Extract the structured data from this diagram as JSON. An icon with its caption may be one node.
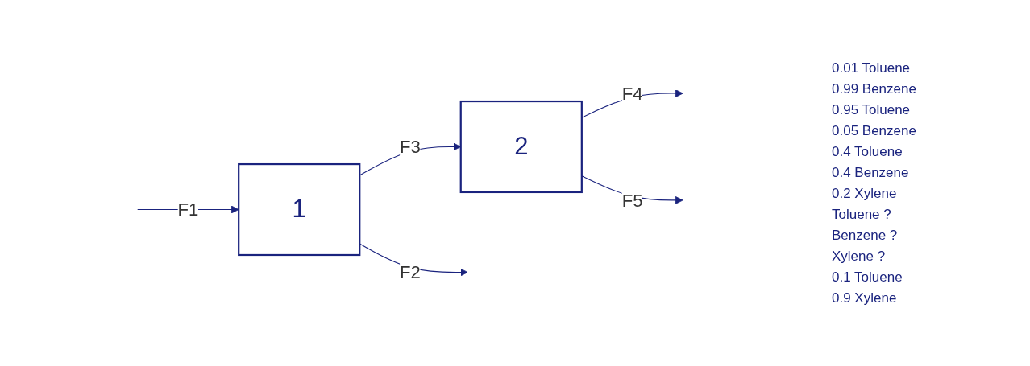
{
  "diagram": {
    "nodes": [
      {
        "text": [
          "1"
        ]
      },
      {
        "text": [
          "2"
        ]
      }
    ],
    "edges": [
      {
        "from": null,
        "to": 0,
        "arrow": "to",
        "label": "F1"
      },
      {
        "from": 0,
        "to": null,
        "arrow": "to",
        "label": "F2"
      },
      {
        "from": 0,
        "to": 1,
        "arrow": "to",
        "label": "F3"
      },
      {
        "from": 1,
        "to": null,
        "arrow": "to",
        "label": "F4"
      },
      {
        "from": 1,
        "to": null,
        "arrow": "to",
        "label": "F5"
      }
    ],
    "labels": [
      "0.01 Toluene",
      "0.99 Benzene",
      "0.95 Toluene",
      "0.05 Benzene",
      "0.4 Toluene",
      "0.4 Benzene",
      "0.2 Xylene",
      "Toluene ?",
      "Benzene ?",
      "Xylene ?",
      "0.1 Toluene",
      "0.9 Xylene"
    ]
  }
}
